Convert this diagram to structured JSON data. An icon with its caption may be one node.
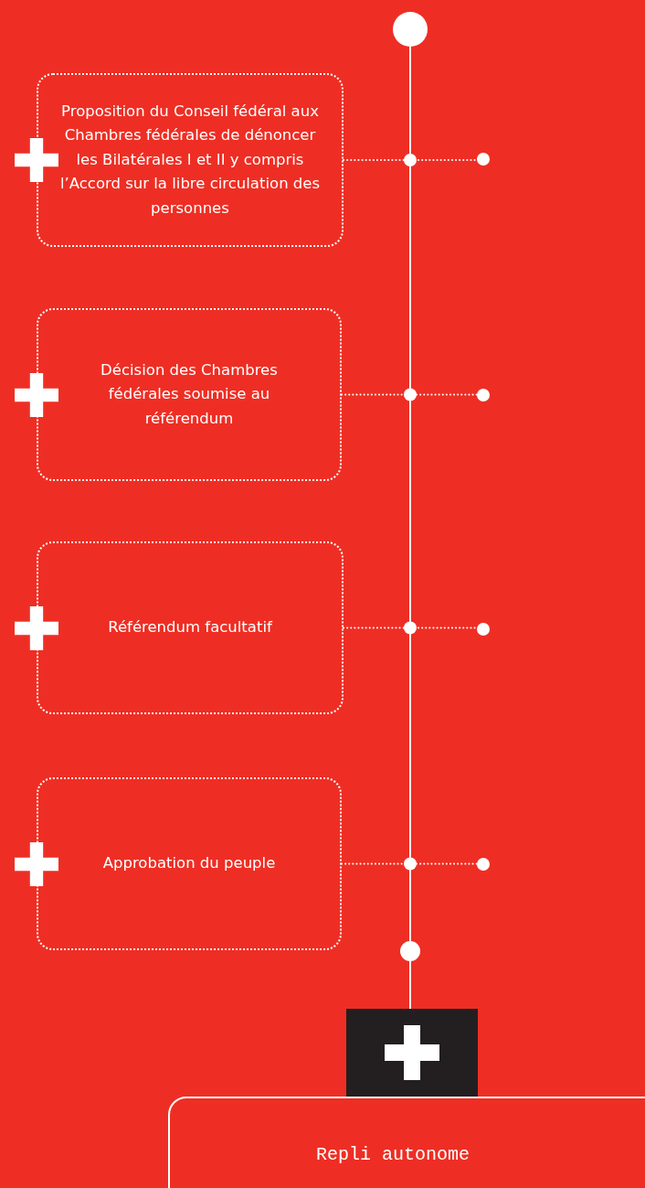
{
  "diagram": {
    "nodes": [
      {
        "text": [],
        "shape": "circle"
      },
      {
        "text": [
          "Proposition du Conseil fédéral aux Chambres fédérales de dénoncer les Bilatérales I et II y compris l’Accord sur la libre circulation des personnes"
        ]
      },
      {
        "text": [],
        "shape": "circle"
      },
      {
        "text": [
          "Décision des Chambres fédérales soumise au référendum"
        ]
      },
      {
        "text": [],
        "shape": "circle"
      },
      {
        "text": [
          "Référendum facultatif"
        ]
      },
      {
        "text": [],
        "shape": "circle"
      },
      {
        "text": [
          "Approbation du peuple"
        ]
      },
      {
        "text": [],
        "shape": "circle"
      },
      {
        "text": [],
        "shape": "circle"
      },
      {
        "text": [],
        "shape": "box"
      },
      {
        "text": [
          "Repli autonome"
        ]
      }
    ],
    "edges": [
      {
        "from": 0,
        "to": 9,
        "arrow": "none"
      },
      {
        "from": 9,
        "to": 10,
        "arrow": "none"
      },
      {
        "from": 1,
        "to": 2,
        "arrow": "none",
        "style": "dashed"
      },
      {
        "from": 3,
        "to": 4,
        "arrow": "none",
        "style": "dashed"
      },
      {
        "from": 5,
        "to": 6,
        "arrow": "none",
        "style": "dashed"
      },
      {
        "from": 7,
        "to": 8,
        "arrow": "none",
        "style": "dashed"
      }
    ]
  }
}
